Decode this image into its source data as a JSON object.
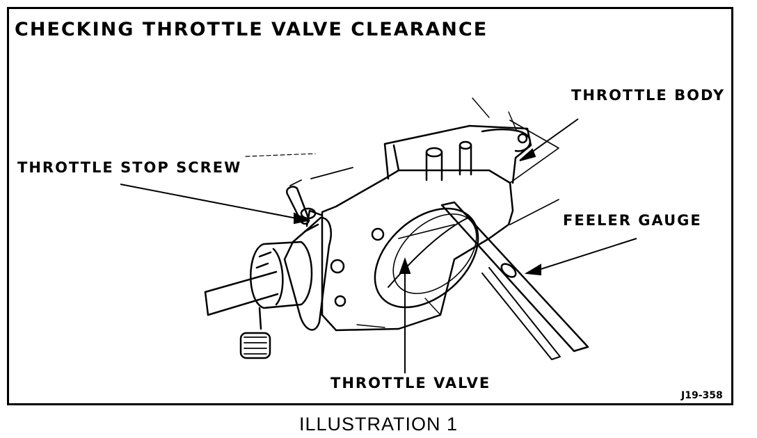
{
  "title": "CHECKING THROTTLE VALVE CLEARANCE",
  "labels": {
    "throttle_body": "THROTTLE BODY",
    "throttle_stop_screw": "THROTTLE STOP SCREW",
    "feeler_gauge": "FEELER GAUGE",
    "throttle_valve": "THROTTLE VALVE"
  },
  "figure_code": "J19-358",
  "caption": "ILLUSTRATION 1"
}
